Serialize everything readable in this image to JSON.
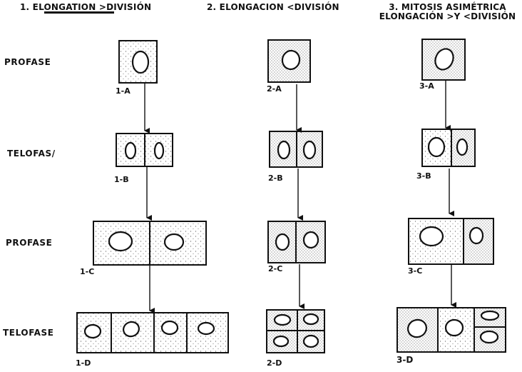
{
  "columns": [
    {
      "title": "1. ELONGATION >DIVISIÓN",
      "fill": "light"
    },
    {
      "title": "2. ELONGACION <DIVISIÓN",
      "fill": "dense"
    },
    {
      "title_line1": "3. MITOSIS ASIMÉTRICA",
      "title_line2": "ELONGACIÓN >Y <DIVISIÓN",
      "fill": "mixed"
    }
  ],
  "rows": [
    "PROFASE",
    "TELOFAS/",
    "PROFASE",
    "TELOFASE"
  ],
  "cells": {
    "1A": "1-A",
    "1B": "1-B",
    "1C": "1-C",
    "1D": "1-D",
    "2A": "2-A",
    "2B": "2-B",
    "2C": "2-C",
    "2D": "2-D",
    "3A": "3-A",
    "3B": "3-B",
    "3C": "3-C",
    "3D": "3-D"
  }
}
